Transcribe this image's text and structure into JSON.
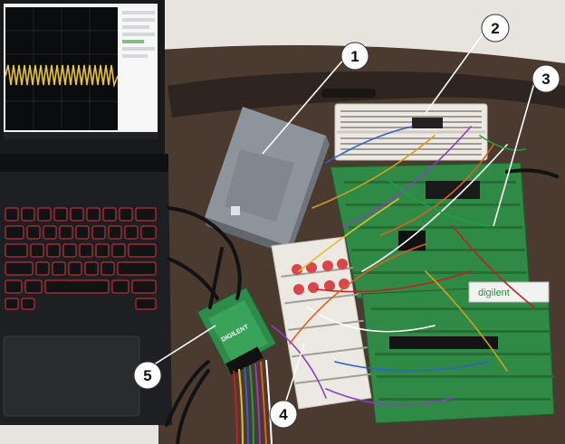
{
  "callouts": [
    {
      "label": "1"
    },
    {
      "label": "2"
    },
    {
      "label": "3"
    },
    {
      "label": "4"
    },
    {
      "label": "5"
    }
  ],
  "board_branding": {
    "digilent_logo": "DIGILENT",
    "fpga_board_logo": "digilent"
  },
  "colors": {
    "desk": "#4a3a2e",
    "laptop": "#1c1d20",
    "keyboard_backlight": "#e0323c",
    "pcb": "#2f8a45",
    "breadboard": "#ece9e2",
    "enclosure": "#9aa0a6",
    "analyzer_body": "#2e8b4a",
    "callout_circle": "#ffffff"
  }
}
